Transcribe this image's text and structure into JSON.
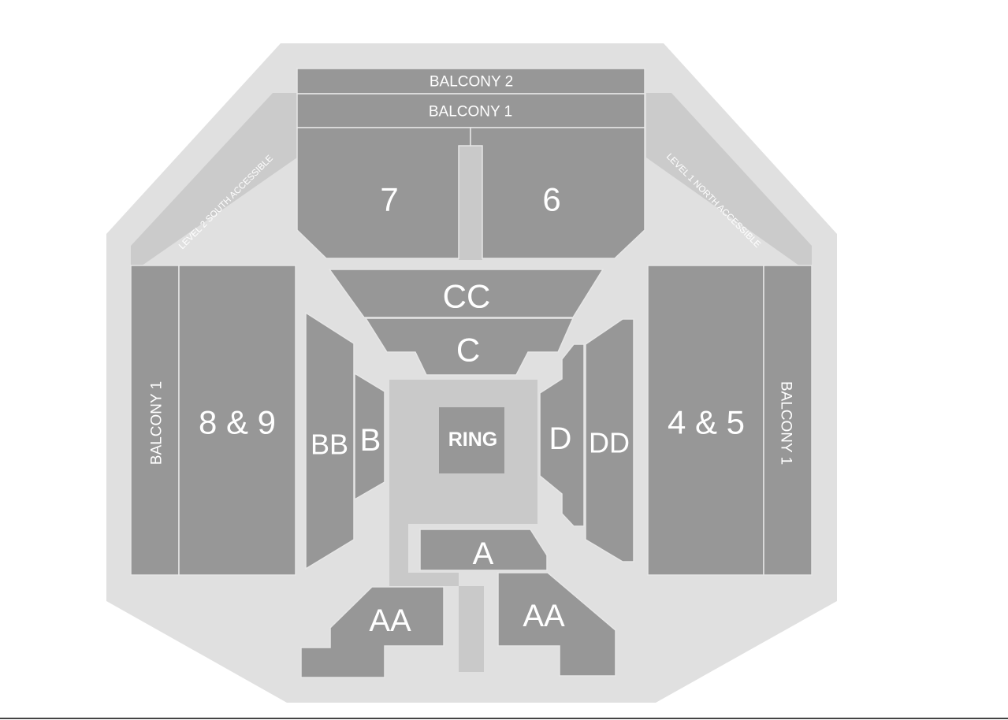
{
  "sections": {
    "balcony_2": "BALCONY 2",
    "balcony_1_top": "BALCONY 1",
    "s7": "7",
    "s6": "6",
    "level2_south": "LEVEL 2 SOUTH ACCESSIBLE",
    "level1_north": "LEVEL 1 NORTH ACCESSIBLE",
    "balcony_1_left": "BALCONY 1",
    "s8_9": "8 & 9",
    "cc": "CC",
    "c": "C",
    "bb": "BB",
    "b": "B",
    "ring": "RING",
    "d": "D",
    "dd": "DD",
    "s4_5": "4 & 5",
    "balcony_1_right": "BALCONY 1",
    "a": "A",
    "aa_left": "AA",
    "aa_right": "AA"
  },
  "colors": {
    "section_fill": "#979797",
    "floor_fill": "#c9c9c9",
    "venue_fill": "#e0e0e0",
    "label": "#ffffff"
  }
}
